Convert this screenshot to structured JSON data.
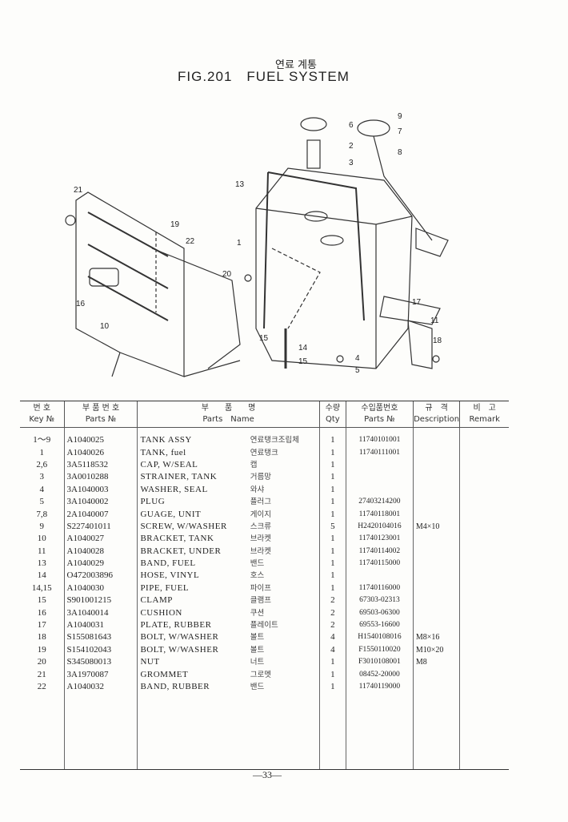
{
  "header": {
    "title_kr": "연료 계통",
    "fig": "FIG.201",
    "title": "FUEL SYSTEM"
  },
  "diagram": {
    "callouts": [
      "1",
      "2",
      "3",
      "4",
      "5",
      "6",
      "7",
      "8",
      "9",
      "10",
      "11",
      "13",
      "14",
      "15",
      "15",
      "16",
      "17",
      "18",
      "19",
      "20",
      "21",
      "22"
    ]
  },
  "table": {
    "headers": {
      "key_kr": "번 호",
      "key_en": "Key №",
      "pn_kr": "부 품 번 호",
      "pn_en": "Parts №",
      "name_kr": "부　　품　　명",
      "name_en": "Parts　Name",
      "qty_kr": "수량",
      "qty_en": "Qty",
      "imp_kr": "수입품번호",
      "imp_en": "Parts №",
      "desc_kr": "규　격",
      "desc_en": "Description",
      "rem_kr": "비　고",
      "rem_en": "Remark"
    },
    "rows": [
      {
        "key": "1～9",
        "pn": "A1040025",
        "name": "TANK ASSY",
        "kr": "연료탱크조립체",
        "qty": "1",
        "imp": "11740101001",
        "desc": ""
      },
      {
        "key": "1",
        "pn": "A1040026",
        "name": "TANK, fuel",
        "kr": "연료탱크",
        "qty": "1",
        "imp": "11740111001",
        "desc": ""
      },
      {
        "key": "2,6",
        "pn": "3A5118532",
        "name": "CAP, W/SEAL",
        "kr": "캡",
        "qty": "1",
        "imp": "",
        "desc": ""
      },
      {
        "key": "3",
        "pn": "3A0010288",
        "name": "STRAINER, TANK",
        "kr": "거름망",
        "qty": "1",
        "imp": "",
        "desc": ""
      },
      {
        "key": "4",
        "pn": "3A1040003",
        "name": "WASHER, SEAL",
        "kr": "와샤",
        "qty": "1",
        "imp": "",
        "desc": ""
      },
      {
        "key": "5",
        "pn": "3A1040002",
        "name": "PLUG",
        "kr": "플러그",
        "qty": "1",
        "imp": "27403214200",
        "desc": ""
      },
      {
        "key": "7,8",
        "pn": "2A1040007",
        "name": "GUAGE, UNIT",
        "kr": "게이지",
        "qty": "1",
        "imp": "11740118001",
        "desc": ""
      },
      {
        "key": "9",
        "pn": "S227401011",
        "name": "SCREW, W/WASHER",
        "kr": "스크류",
        "qty": "5",
        "imp": "H2420104016",
        "desc": "M4×10"
      },
      {
        "key": "10",
        "pn": "A1040027",
        "name": "BRACKET, TANK",
        "kr": "브라켓",
        "qty": "1",
        "imp": "11740123001",
        "desc": ""
      },
      {
        "key": "11",
        "pn": "A1040028",
        "name": "BRACKET, UNDER",
        "kr": "브라켓",
        "qty": "1",
        "imp": "11740114002",
        "desc": ""
      },
      {
        "key": "13",
        "pn": "A1040029",
        "name": "BAND, FUEL",
        "kr": "밴드",
        "qty": "1",
        "imp": "11740115000",
        "desc": ""
      },
      {
        "key": "14",
        "pn": "O472003896",
        "name": "HOSE, VINYL",
        "kr": "호스",
        "qty": "1",
        "imp": "",
        "desc": ""
      },
      {
        "key": "14,15",
        "pn": "A1040030",
        "name": "PIPE, FUEL",
        "kr": "파이프",
        "qty": "1",
        "imp": "11740116000",
        "desc": ""
      },
      {
        "key": "15",
        "pn": "S901001215",
        "name": "CLAMP",
        "kr": "클램프",
        "qty": "2",
        "imp": "67303-02313",
        "desc": ""
      },
      {
        "key": "16",
        "pn": "3A1040014",
        "name": "CUSHION",
        "kr": "쿠션",
        "qty": "2",
        "imp": "69503-06300",
        "desc": ""
      },
      {
        "key": "17",
        "pn": "A1040031",
        "name": "PLATE, RUBBER",
        "kr": "플레이트",
        "qty": "2",
        "imp": "69553-16600",
        "desc": ""
      },
      {
        "key": "18",
        "pn": "S155081643",
        "name": "BOLT, W/WASHER",
        "kr": "볼트",
        "qty": "4",
        "imp": "H1540108016",
        "desc": "M8×16"
      },
      {
        "key": "19",
        "pn": "S154102043",
        "name": "BOLT, W/WASHER",
        "kr": "볼트",
        "qty": "4",
        "imp": "F1550110020",
        "desc": "M10×20"
      },
      {
        "key": "20",
        "pn": "S345080013",
        "name": "NUT",
        "kr": "너트",
        "qty": "1",
        "imp": "F3010108001",
        "desc": "M8"
      },
      {
        "key": "21",
        "pn": "3A1970087",
        "name": "GROMMET",
        "kr": "그로멧",
        "qty": "1",
        "imp": "08452-20000",
        "desc": ""
      },
      {
        "key": "22",
        "pn": "A1040032",
        "name": "BAND, RUBBER",
        "kr": "밴드",
        "qty": "1",
        "imp": "11740119000",
        "desc": ""
      }
    ]
  },
  "footer": {
    "page": "—33—"
  }
}
